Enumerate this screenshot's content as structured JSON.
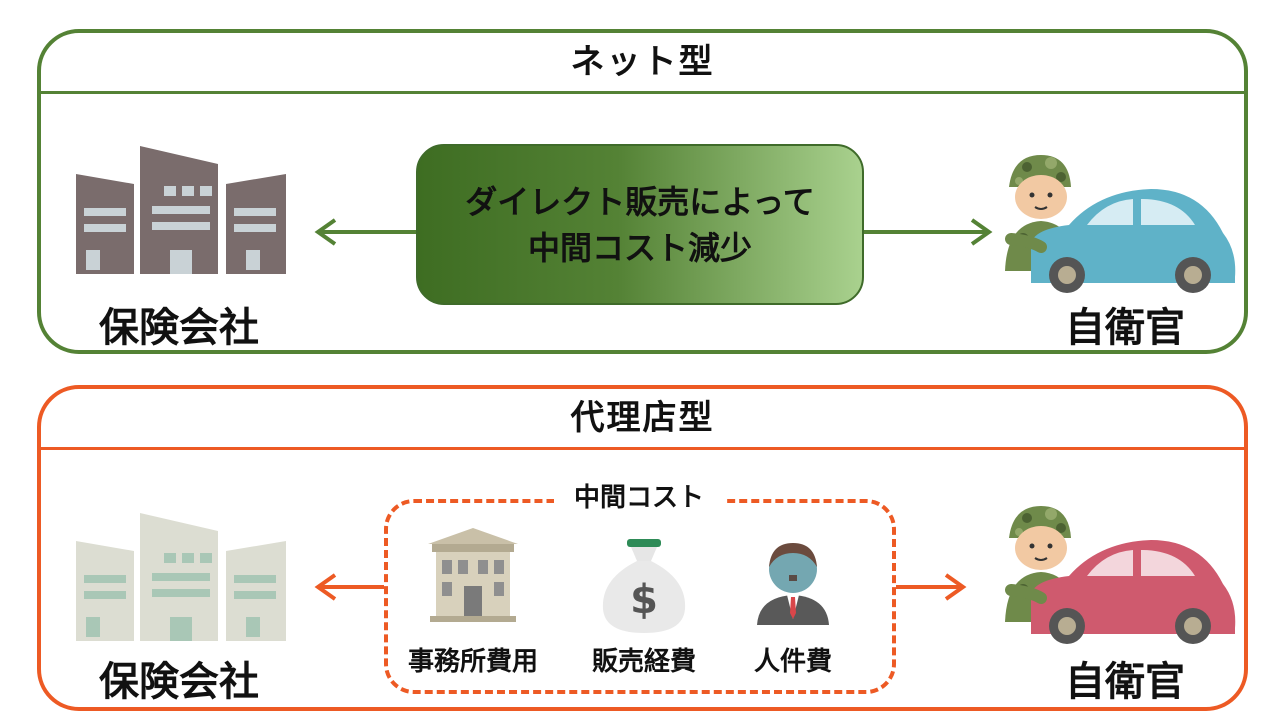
{
  "net": {
    "title": "ネット型",
    "left_label": "保険会社",
    "right_label": "自衛官",
    "center_line1": "ダイレクト販売によって",
    "center_line2": "中間コスト減少",
    "color": "#548235"
  },
  "agency": {
    "title": "代理店型",
    "left_label": "保険会社",
    "right_label": "自衛官",
    "dashed_label": "中間コスト",
    "costs": [
      "事務所費用",
      "販売経費",
      "人件費"
    ],
    "color": "#ED5A24"
  }
}
